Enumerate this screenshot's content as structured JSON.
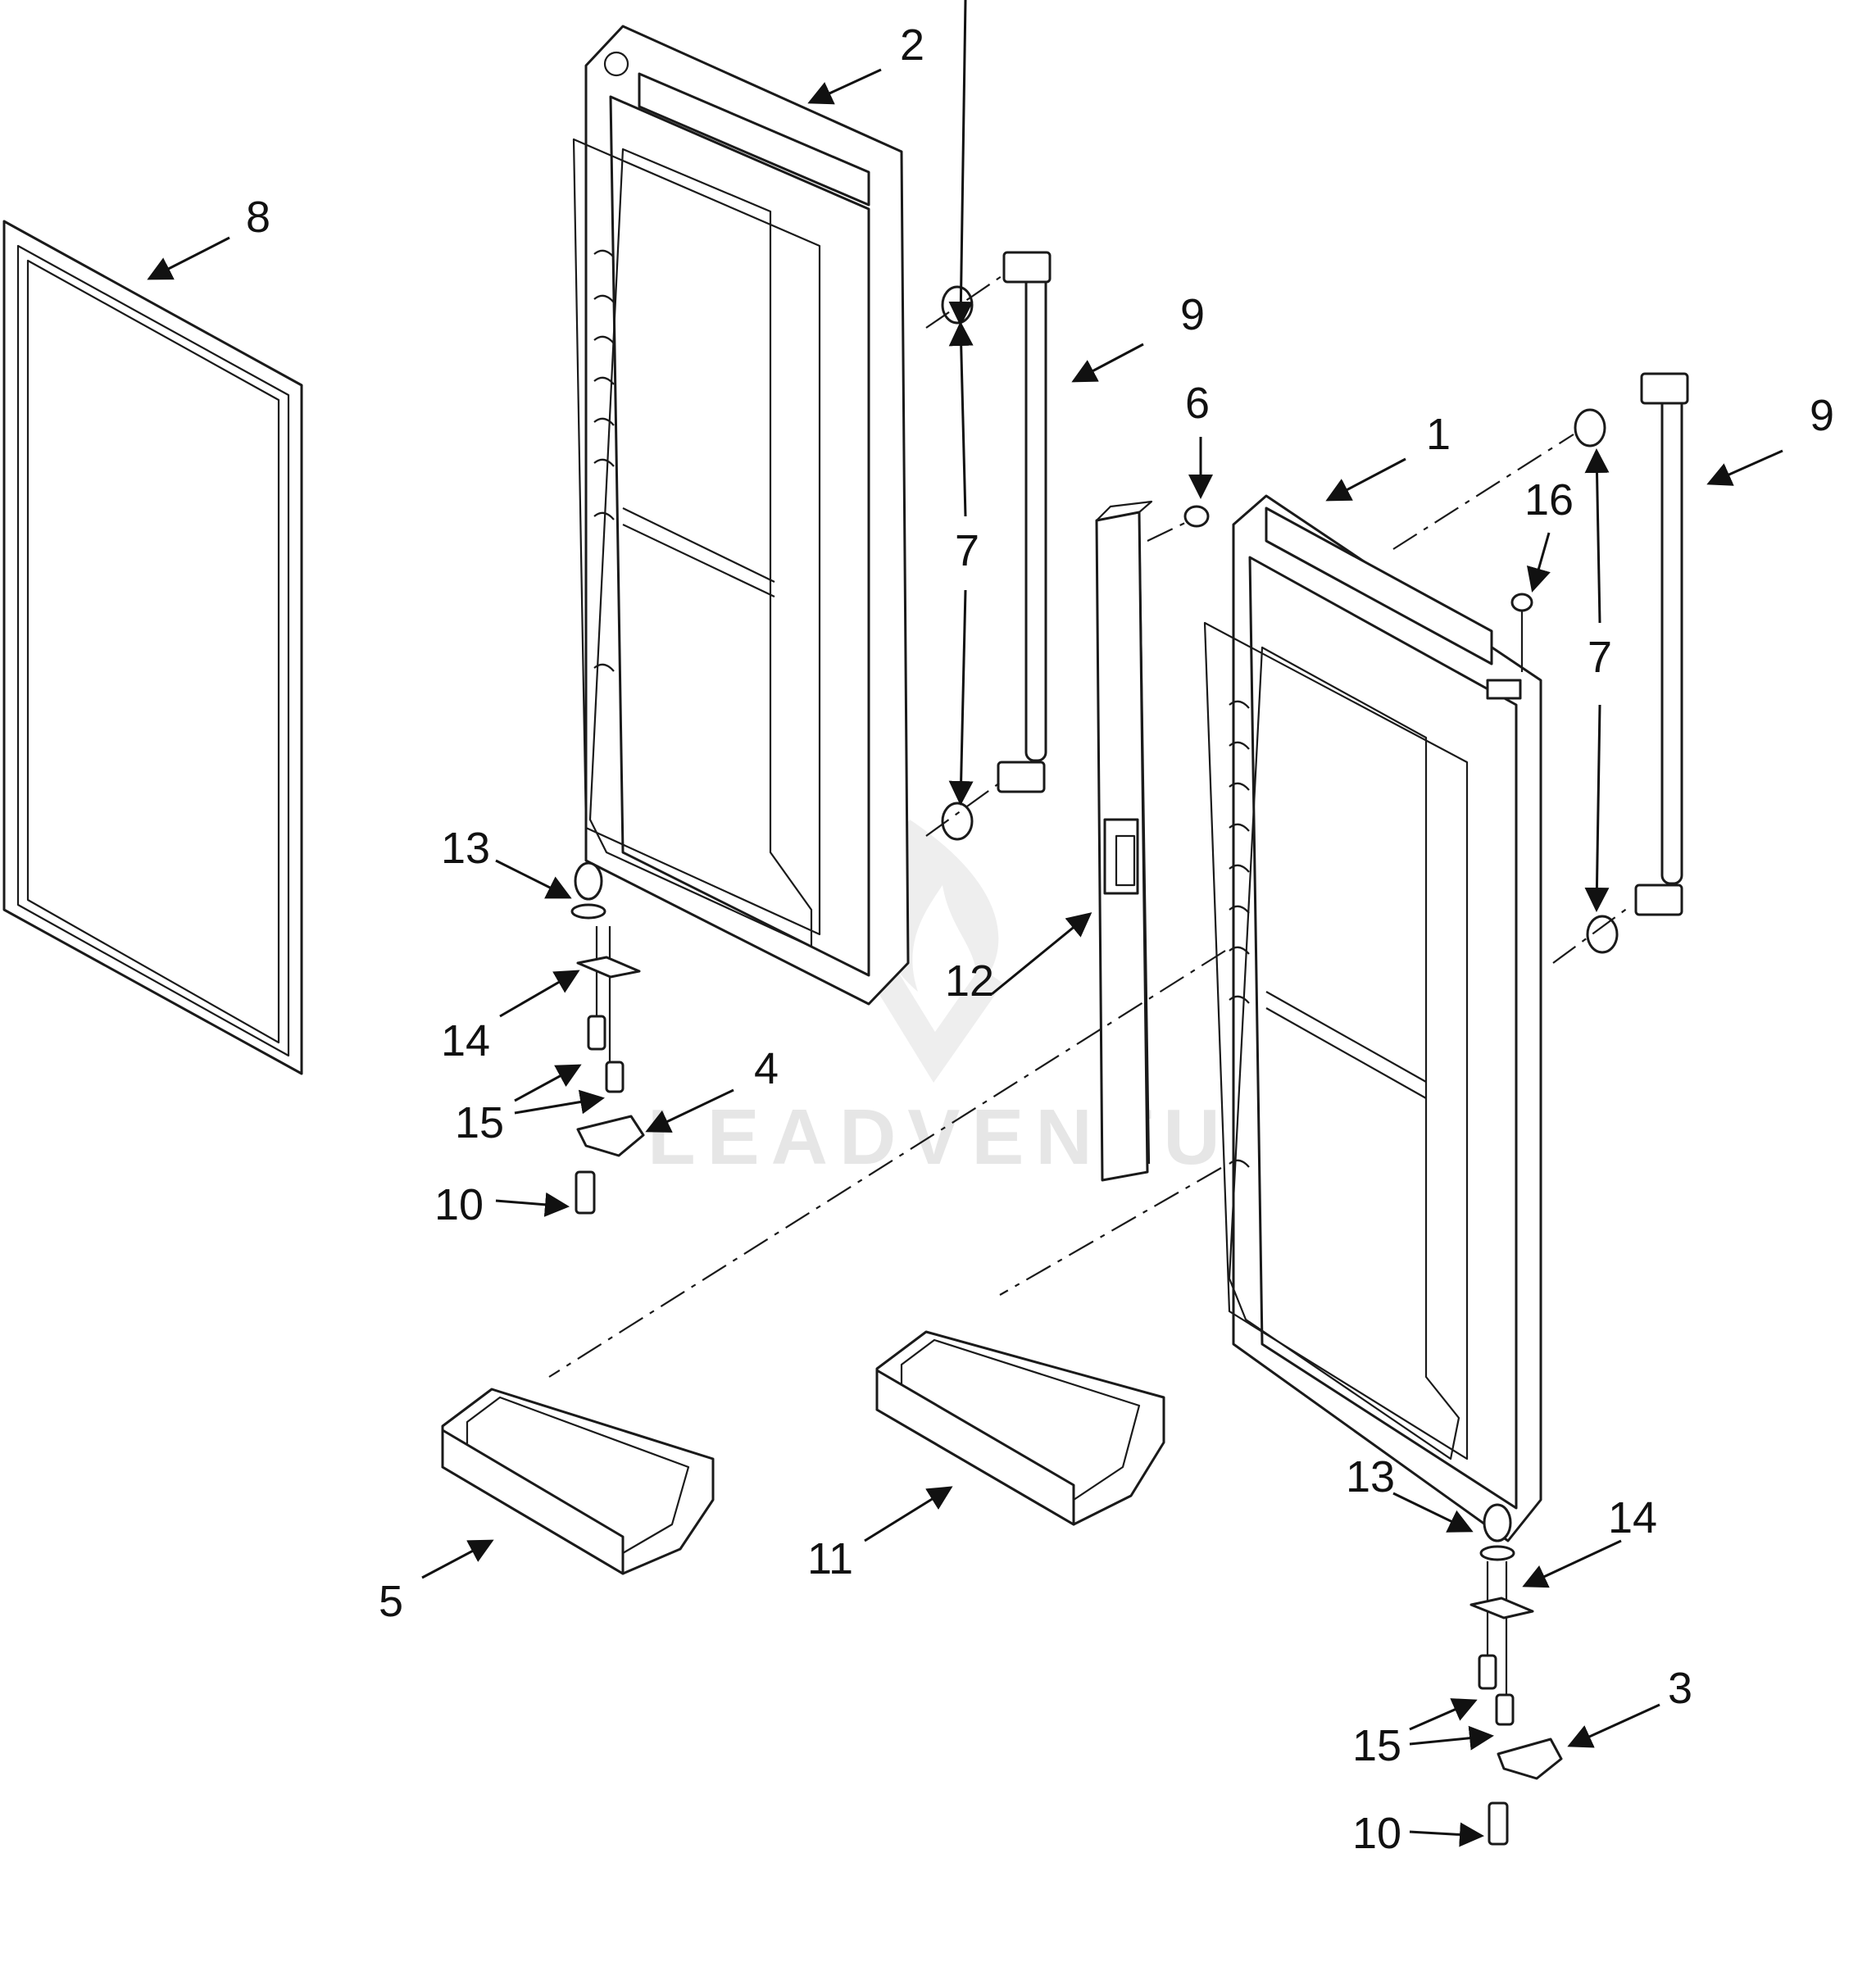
{
  "diagram": {
    "callouts": [
      {
        "key": "door-left",
        "label": "2"
      },
      {
        "key": "gasket",
        "label": "8"
      },
      {
        "key": "handle-left",
        "label": "9"
      },
      {
        "key": "handle-screws-left",
        "label": "7"
      },
      {
        "key": "screw-top",
        "label": "6"
      },
      {
        "key": "door-right",
        "label": "1"
      },
      {
        "key": "handle-right",
        "label": "9"
      },
      {
        "key": "plug",
        "label": "16"
      },
      {
        "key": "handle-screws-right",
        "label": "7"
      },
      {
        "key": "bushing-left",
        "label": "13"
      },
      {
        "key": "shim-left",
        "label": "14"
      },
      {
        "key": "screws-left",
        "label": "15"
      },
      {
        "key": "hinge-bracket-left",
        "label": "4"
      },
      {
        "key": "screw-bottom-left",
        "label": "10"
      },
      {
        "key": "flipper-mullion",
        "label": "12"
      },
      {
        "key": "bin-left",
        "label": "5"
      },
      {
        "key": "bin-middle",
        "label": "11"
      },
      {
        "key": "bushing-right",
        "label": "13"
      },
      {
        "key": "shim-right",
        "label": "14"
      },
      {
        "key": "hinge-bracket-right",
        "label": "3"
      },
      {
        "key": "screws-right",
        "label": "15"
      },
      {
        "key": "screw-bottom-right",
        "label": "10"
      }
    ]
  }
}
